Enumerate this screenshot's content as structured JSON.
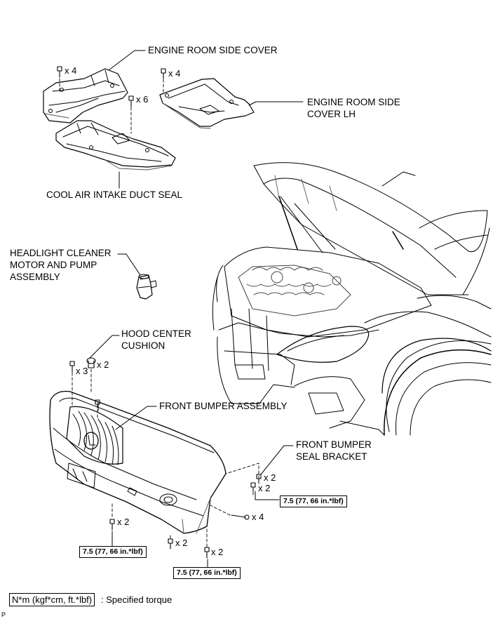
{
  "labels": {
    "engine_room_side_cover": "ENGINE ROOM SIDE COVER",
    "engine_room_side_cover_lh_line1": "ENGINE ROOM SIDE",
    "engine_room_side_cover_lh_line2": "COVER LH",
    "cool_air_intake_duct_seal": "COOL AIR INTAKE DUCT SEAL",
    "headlight_cleaner_line1": "HEADLIGHT CLEANER",
    "headlight_cleaner_line2": "MOTOR AND PUMP",
    "headlight_cleaner_line3": "ASSEMBLY",
    "hood_center_cushion_line1": "HOOD CENTER",
    "hood_center_cushion_line2": "CUSHION",
    "front_bumper_assembly": "FRONT BUMPER ASSEMBLY",
    "front_bumper_seal_bracket_line1": "FRONT BUMPER",
    "front_bumper_seal_bracket_line2": "SEAL BRACKET"
  },
  "quantities": {
    "side_cover_clips": "x 4",
    "side_cover_lh_clips": "x 4",
    "duct_seal_clips": "x 6",
    "hood_cushion": "x 2",
    "bumper_top_clips": "x 3",
    "seal_bracket_clips": "x 2",
    "seal_bracket_screws": "x 2",
    "bumper_side_screws": "x 4",
    "bumper_bottom_left_bolts": "x 2",
    "bumper_bottom_mid_clips": "x 2",
    "bumper_bottom_right_bolts": "x 2"
  },
  "torque_specs": {
    "seal_bracket": "7.5 (77, 66 in.*lbf)",
    "bottom_left": "7.5 (77, 66 in.*lbf)",
    "bottom_right": "7.5 (77, 66 in.*lbf)"
  },
  "legend": {
    "unit_box": "N*m (kgf*cm, ft.*lbf)",
    "description": ": Specified torque"
  },
  "corner_mark": "P"
}
